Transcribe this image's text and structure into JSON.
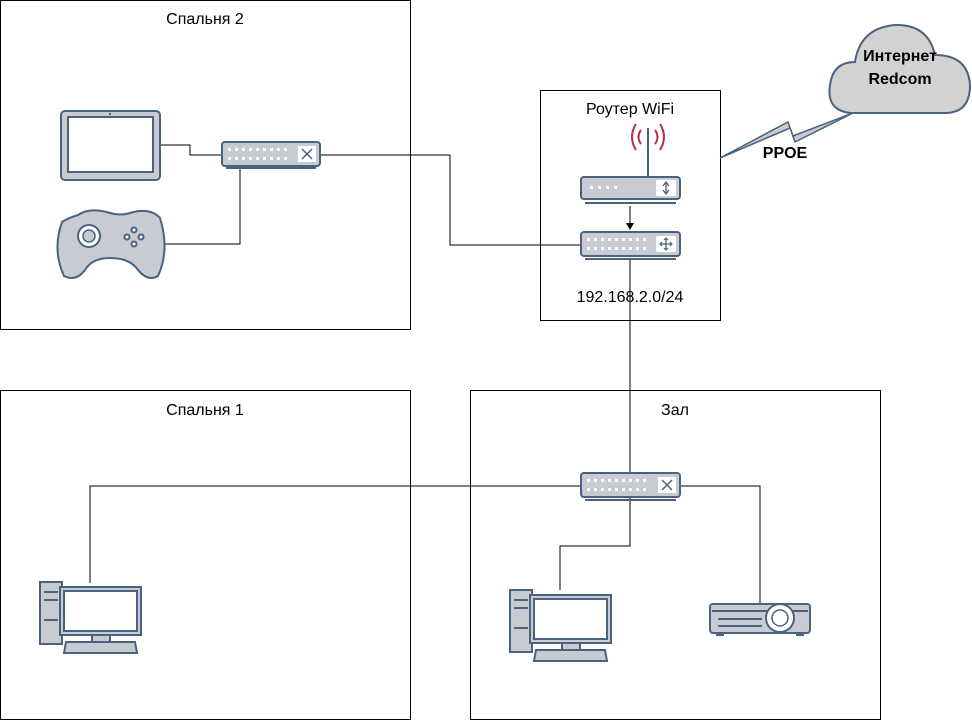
{
  "rooms": {
    "bedroom2": {
      "title": "Спальня 2"
    },
    "router": {
      "title": "Роутер WiFi",
      "subnet": "192.168.2.0/24"
    },
    "bedroom1": {
      "title": "Спальня 1"
    },
    "hall": {
      "title": "Зал"
    }
  },
  "internet": {
    "line1": "Интернет",
    "line2": "Redcom",
    "link_label": "PPOE"
  },
  "icons": {
    "tablet": "tablet-icon",
    "gamepad": "gamepad-icon",
    "switch": "network-switch-icon",
    "wifi_router": "wifi-router-icon",
    "router": "router-icon",
    "pc": "desktop-pc-icon",
    "projector": "projector-icon",
    "cloud": "cloud-icon"
  },
  "colors": {
    "device_stroke": "#4a6280",
    "device_fill": "#c8ccd2",
    "cloud_fill": "#d2d2d2"
  }
}
